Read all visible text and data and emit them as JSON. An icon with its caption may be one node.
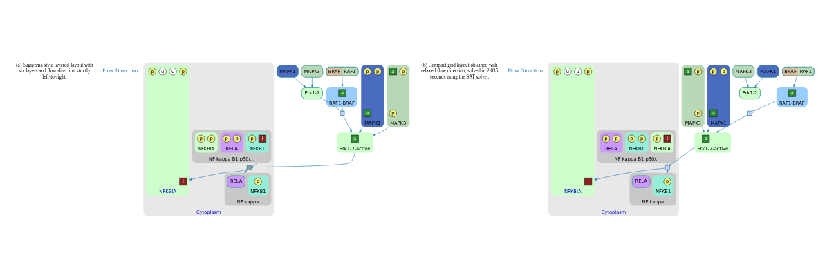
{
  "diagram": {
    "nodes": [
      {
        "text": [
          "Cytoplasm"
        ]
      },
      {
        "text": [
          "NF kappa B1 p50/..."
        ],
        "in": 0
      },
      {
        "text": [
          "NFKB1"
        ],
        "in": 1
      },
      {
        "text": [
          "i"
        ],
        "in": 2
      },
      {
        "text": [
          "p"
        ],
        "in": 2
      },
      {
        "text": [
          "RELA"
        ],
        "in": 1
      },
      {
        "text": [
          "p"
        ],
        "in": 5
      },
      {
        "text": [
          "p"
        ],
        "in": 5
      },
      {
        "text": [
          "NFKBIA"
        ],
        "in": 1
      },
      {
        "text": [
          "p"
        ],
        "in": 8
      },
      {
        "text": [
          "p"
        ],
        "in": 8
      },
      {
        "text": [
          "NF kappa"
        ],
        "in": 0
      },
      {
        "text": [
          "RELA"
        ],
        "in": 11
      },
      {
        "text": [
          "NFKB1"
        ],
        "in": 11
      },
      {
        "text": [
          "p"
        ],
        "in": 13
      },
      {
        "text": [
          "NFKBIA"
        ],
        "in": 0
      },
      {
        "text": [
          "i"
        ],
        "in": 15
      },
      {
        "text": [
          "p"
        ],
        "in": 15
      },
      {
        "text": [
          "u"
        ],
        "in": 15
      },
      {
        "text": [
          "u"
        ],
        "in": 15
      },
      {
        "text": [
          "p"
        ],
        "in": 15
      },
      {
        "text": [],
        "shape": "box",
        "in": 0
      },
      {
        "text": [
          "BRAF",
          "RAF1"
        ]
      },
      {
        "text": [
          "RAF1-BRAF"
        ]
      },
      {
        "text": [
          "a"
        ],
        "in": 23
      },
      {
        "text": [
          "MAPK3"
        ]
      },
      {
        "text": [
          "MAPK1"
        ]
      },
      {
        "text": [
          "Erk1-2"
        ]
      },
      {
        "text": [
          "MAPK3"
        ]
      },
      {
        "text": [
          "p"
        ],
        "in": 28
      },
      {
        "text": [
          "p"
        ],
        "in": 28
      },
      {
        "text": [
          "a"
        ],
        "in": 28
      },
      {
        "text": [
          "MAPK1"
        ]
      },
      {
        "text": [
          "a"
        ],
        "in": 32
      },
      {
        "text": [
          "p"
        ],
        "in": 32
      },
      {
        "text": [
          "p"
        ],
        "in": 32
      },
      {
        "text": [
          "Erk1-2-active"
        ]
      },
      {
        "text": [
          "a"
        ],
        "in": 36
      },
      {
        "text": [],
        "shape": "box"
      },
      {
        "text": [
          "MAPK3"
        ]
      },
      {
        "text": [
          "MAPK1"
        ]
      },
      {
        "text": [
          "Erk1-2"
        ]
      },
      {
        "text": [
          "BRAF",
          "RAF1"
        ]
      },
      {
        "text": [
          "RAF1-BRAF"
        ]
      },
      {
        "text": [
          "a"
        ],
        "in": 43
      },
      {
        "text": [],
        "shape": "box"
      },
      {
        "text": [
          "MAPK1"
        ]
      },
      {
        "text": [
          "a"
        ],
        "in": 46
      },
      {
        "text": [
          "p"
        ],
        "in": 46
      },
      {
        "text": [
          "p"
        ],
        "in": 46
      },
      {
        "text": [
          "MAPK3"
        ]
      },
      {
        "text": [
          "p"
        ],
        "in": 50
      },
      {
        "text": [
          "p"
        ],
        "in": 50
      },
      {
        "text": [
          "a"
        ],
        "in": 50
      },
      {
        "text": [
          "Erk1-2-active"
        ]
      },
      {
        "text": [
          "a"
        ],
        "in": 54
      },
      {
        "text": [
          "Cytoplasm"
        ]
      },
      {
        "text": [
          "NF kappa B1 p50/.."
        ],
        "in": 56
      },
      {
        "text": [
          "NFKBIA"
        ],
        "in": 57
      },
      {
        "text": [
          "i"
        ],
        "in": 58
      },
      {
        "text": [
          "p"
        ],
        "in": 58
      },
      {
        "text": [
          "NFKB1"
        ],
        "in": 57
      },
      {
        "text": [
          "p"
        ],
        "in": 61
      },
      {
        "text": [
          "p"
        ],
        "in": 61
      },
      {
        "text": [
          "RELA"
        ],
        "in": 57
      },
      {
        "text": [
          "p"
        ],
        "in": 64
      },
      {
        "text": [
          "p"
        ],
        "in": 64
      },
      {
        "text": [],
        "shape": "box",
        "in": 56
      },
      {
        "text": [
          "NFKBIA"
        ],
        "in": 56
      },
      {
        "text": [
          "i"
        ],
        "in": 68
      },
      {
        "text": [
          "p"
        ],
        "in": 68
      },
      {
        "text": [
          "u"
        ],
        "in": 68
      },
      {
        "text": [
          "u"
        ],
        "in": 68
      },
      {
        "text": [
          "p"
        ],
        "in": 68
      },
      {
        "text": [
          "NF kappa"
        ],
        "in": 56
      },
      {
        "text": [
          "NFKB1"
        ],
        "in": 74
      },
      {
        "text": [
          "p"
        ],
        "in": 75
      },
      {
        "text": [
          "RELA"
        ],
        "in": 74
      }
    ],
    "edges": [
      {
        "from": 22,
        "to": 23,
        "arrow": "to"
      },
      {
        "from": 25,
        "to": 27,
        "arrow": "to"
      },
      {
        "from": 26,
        "to": 27,
        "arrow": "to"
      },
      {
        "from": 23,
        "to": 38,
        "arrow": "other"
      },
      {
        "from": 27,
        "to": 38,
        "arrow": "none"
      },
      {
        "from": 38,
        "to": 36,
        "arrow": "to"
      },
      {
        "from": 28,
        "to": 36,
        "arrow": "to"
      },
      {
        "from": 32,
        "to": 36,
        "arrow": "to"
      },
      {
        "from": 36,
        "to": 21,
        "arrow": "other"
      },
      {
        "from": 1,
        "to": 21,
        "arrow": "none"
      },
      {
        "from": 21,
        "to": 11,
        "arrow": "to"
      },
      {
        "from": 21,
        "to": 15,
        "arrow": "to"
      },
      {
        "from": 39,
        "to": 41,
        "arrow": "to"
      },
      {
        "from": 40,
        "to": 41,
        "arrow": "to"
      },
      {
        "from": 42,
        "to": 43,
        "arrow": "to"
      },
      {
        "from": 41,
        "to": 45,
        "arrow": "none"
      },
      {
        "from": 43,
        "to": 45,
        "arrow": "other"
      },
      {
        "from": 45,
        "to": 54,
        "arrow": "to"
      },
      {
        "from": 46,
        "to": 54,
        "arrow": "to"
      },
      {
        "from": 50,
        "to": 54,
        "arrow": "to"
      },
      {
        "from": 54,
        "to": 67,
        "arrow": "other"
      },
      {
        "from": 57,
        "to": 67,
        "arrow": "none"
      },
      {
        "from": 67,
        "to": 68,
        "arrow": "to"
      },
      {
        "from": 67,
        "to": 74,
        "arrow": "to"
      }
    ],
    "labels": [
      "Flow Direction",
      "Flow Direction",
      "(a) Sugiyama style layered-layout with six layers and flow direction strictly left-to-right.",
      "(b) Compact grid layout obtained with relaxed flow direction; solved in 2.035 seconds using the SAT solver."
    ]
  }
}
